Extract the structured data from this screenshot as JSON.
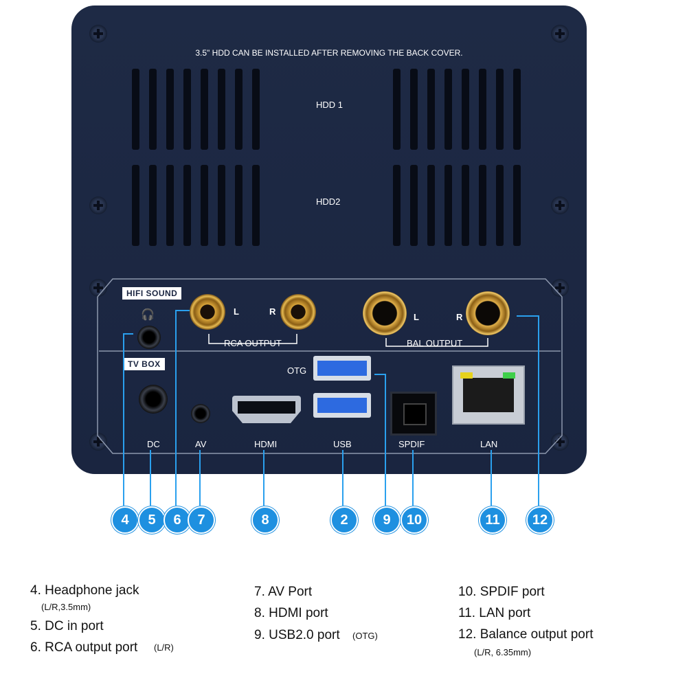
{
  "panel": {
    "notice": "3.5\" HDD CAN BE INSTALLED AFTER REMOVING THE BACK COVER.",
    "hdd1": "HDD 1",
    "hdd2": "HDD2",
    "hifi_tag": "HIFI SOUND",
    "tvbox_tag": "TV BOX",
    "rca_l": "L",
    "rca_r": "R",
    "rca_label": "RCA OUTPUT",
    "bal_l": "L",
    "bal_r": "R",
    "bal_label": "BAL OUTPUT",
    "otg": "OTG",
    "port_labels": {
      "dc": "DC",
      "av": "AV",
      "hdmi": "HDMI",
      "usb": "USB",
      "spdif": "SPDIF",
      "lan": "LAN"
    }
  },
  "callouts": [
    "4",
    "5",
    "6",
    "7",
    "8",
    "2",
    "9",
    "10",
    "11",
    "12"
  ],
  "legend": {
    "c1": [
      "4. Headphone jack",
      "5. DC in port",
      "6. RCA output port"
    ],
    "c1_sub": [
      "(L/R,3.5mm)",
      "(L/R)"
    ],
    "c2": [
      "7. AV Port",
      "8. HDMI port",
      "9. USB2.0 port"
    ],
    "c2_sub": "(OTG)",
    "c3": [
      "10. SPDIF port",
      "11. LAN port",
      "12. Balance output port"
    ],
    "c3_sub": "(L/R,  6.35mm)"
  },
  "colors": {
    "chassis": "#1e2a45",
    "callout": "#1e90e0",
    "gold": "#d9a53a",
    "usb_blue": "#2d6ae0"
  }
}
